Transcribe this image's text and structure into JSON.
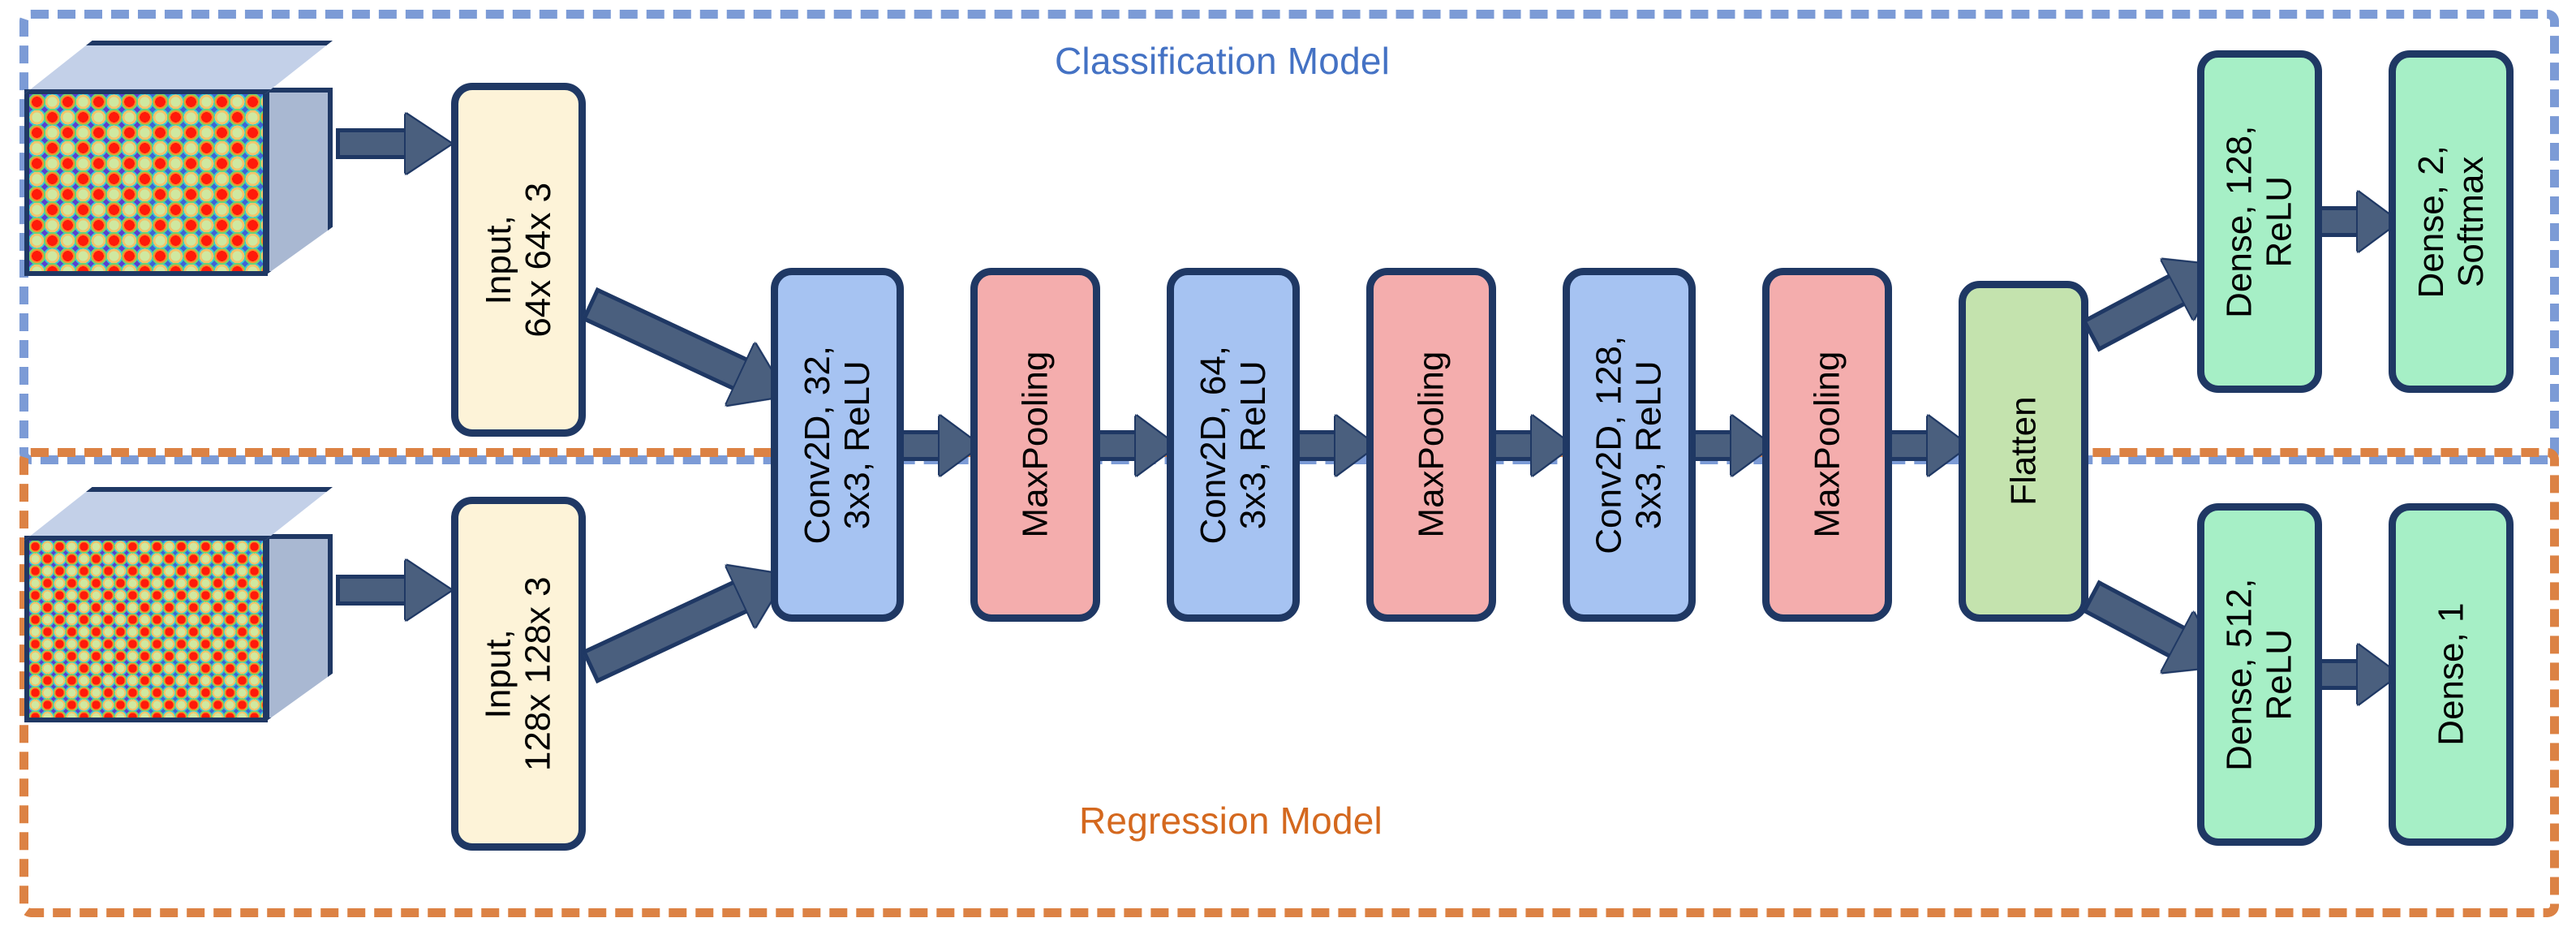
{
  "diagram": {
    "groups": [
      {
        "id": "classification",
        "title": "Classification Model",
        "color": "#4472C4",
        "border_color": "#7C9BD6"
      },
      {
        "id": "regression",
        "title": "Regression Model",
        "color": "#D4681E",
        "border_color": "#DC8244"
      }
    ],
    "inputs": [
      {
        "id": "input-top",
        "label": "Input,\n64x 64x 3",
        "cube_caption": "input-image-cube-64"
      },
      {
        "id": "input-bottom",
        "label": "Input,\n128x 128x 3",
        "cube_caption": "input-image-cube-128"
      }
    ],
    "trunk": [
      {
        "id": "conv1",
        "label": "Conv2D, 32,\n3x3, ReLU",
        "type": "conv",
        "color": "#A6C3F2"
      },
      {
        "id": "pool1",
        "label": "MaxPooling",
        "type": "pooling",
        "color": "#F4ADAD"
      },
      {
        "id": "conv2",
        "label": "Conv2D, 64,\n3x3, ReLU",
        "type": "conv",
        "color": "#A6C3F2"
      },
      {
        "id": "pool2",
        "label": "MaxPooling",
        "type": "pooling",
        "color": "#F4ADAD"
      },
      {
        "id": "conv3",
        "label": "Conv2D, 128,\n3x3, ReLU",
        "type": "conv",
        "color": "#A6C3F2"
      },
      {
        "id": "pool3",
        "label": "MaxPooling",
        "type": "pooling",
        "color": "#F4ADAD"
      },
      {
        "id": "flatten",
        "label": "Flatten",
        "type": "flatten",
        "color": "#C4E3AE"
      }
    ],
    "head_classification": [
      {
        "id": "dense-128",
        "label": "Dense, 128,\nReLU",
        "color": "#A6EFC6"
      },
      {
        "id": "dense-2",
        "label": "Dense, 2,\nSoftmax",
        "color": "#A6EFC6"
      }
    ],
    "head_regression": [
      {
        "id": "dense-512",
        "label": "Dense, 512,\nReLU",
        "color": "#A6EFC6"
      },
      {
        "id": "dense-1",
        "label": "Dense, 1",
        "color": "#A6EFC6"
      }
    ],
    "arrow_color": "#4A5F7E",
    "arrow_outline": "#1F3864"
  }
}
